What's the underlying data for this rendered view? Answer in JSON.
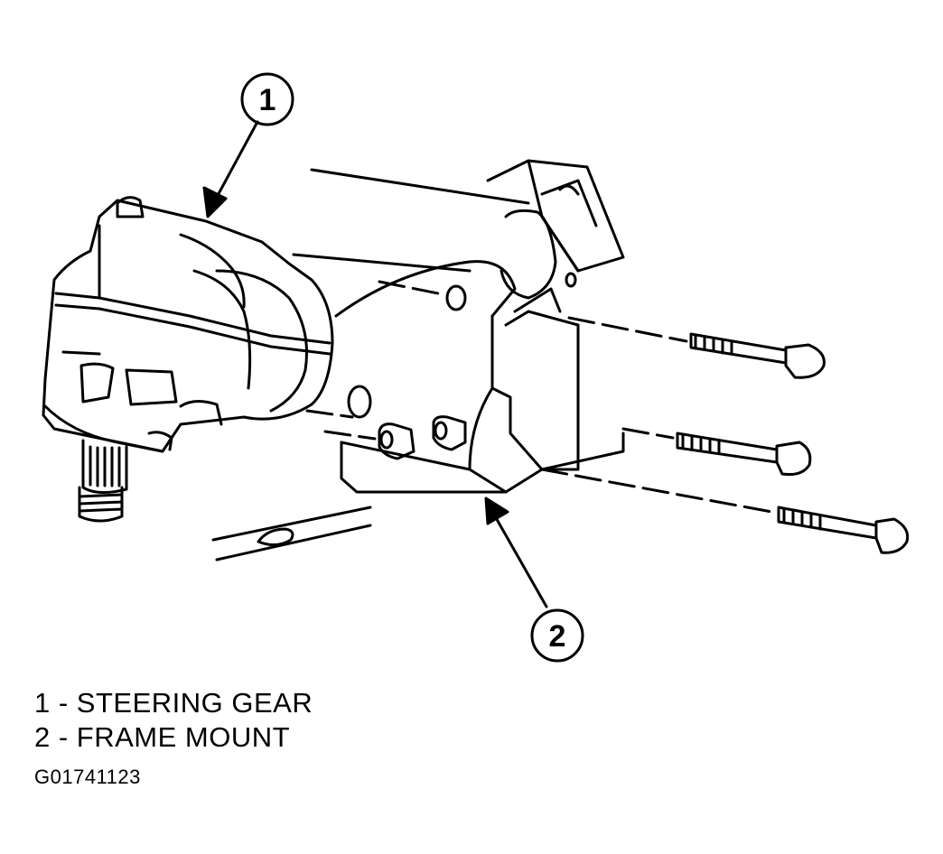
{
  "callouts": [
    {
      "number": "1"
    },
    {
      "number": "2"
    }
  ],
  "legend": [
    {
      "text": "1 - STEERING GEAR"
    },
    {
      "text": "2 - FRAME MOUNT"
    }
  ],
  "figure_code": "G01741123"
}
